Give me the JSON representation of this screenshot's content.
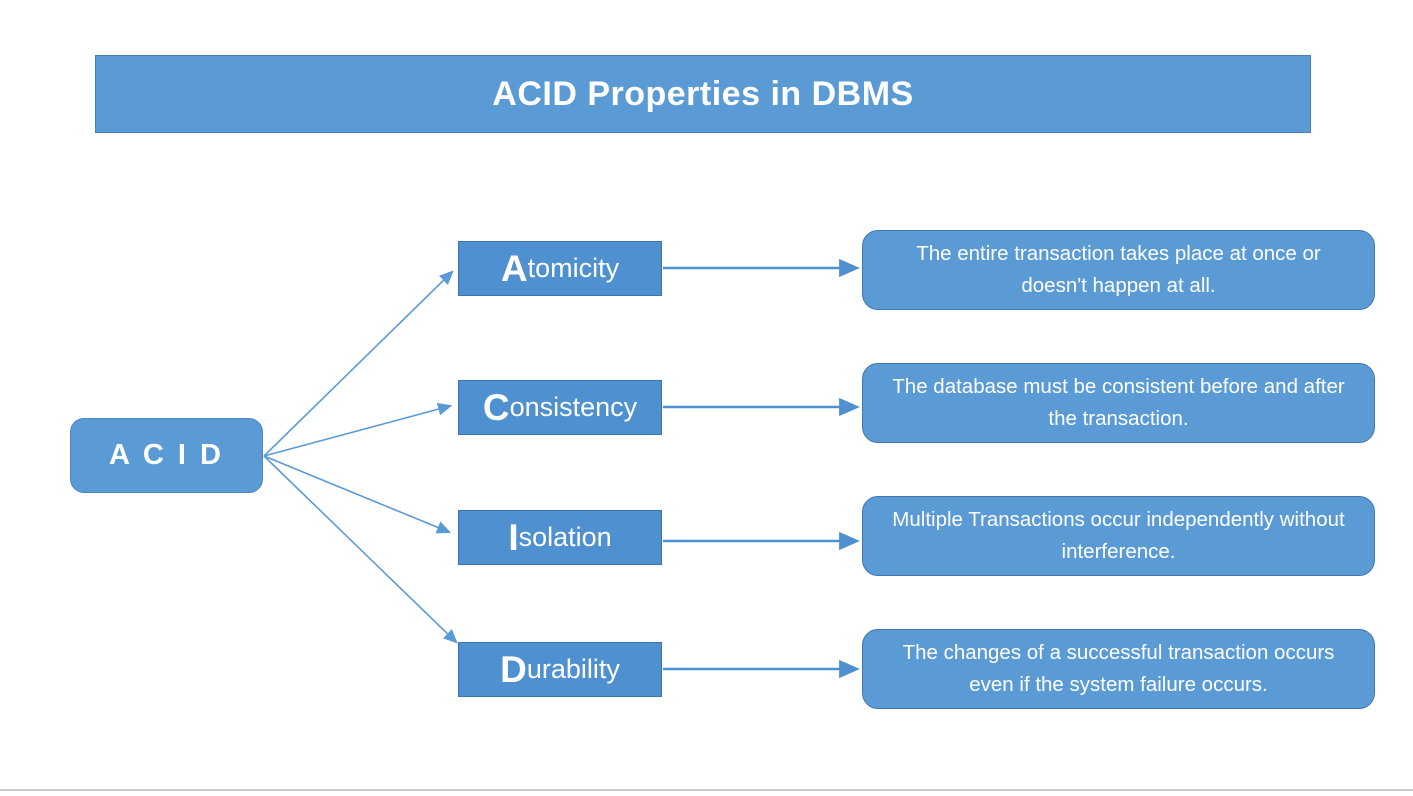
{
  "title": "ACID Properties in DBMS",
  "root": {
    "label": "A C I D"
  },
  "properties": [
    {
      "initial": "A",
      "rest": "tomicity",
      "description": "The entire transaction takes place at once or doesn't happen at all."
    },
    {
      "initial": "C",
      "rest": "onsistency",
      "description": "The database must be consistent before and after the transaction."
    },
    {
      "initial": "I",
      "rest": "solation",
      "description": "Multiple Transactions occur independently without interference."
    },
    {
      "initial": "D",
      "rest": "urability",
      "description": "The changes of a successful transaction occurs even if the system failure occurs."
    }
  ],
  "colors": {
    "box_fill": "#5b9bd5",
    "prop_box_fill": "#4f90d1",
    "box_border": "#3b74b0",
    "arrow": "#5b9bd5",
    "text": "#ffffff",
    "bottom_rule": "#c6cacf"
  }
}
